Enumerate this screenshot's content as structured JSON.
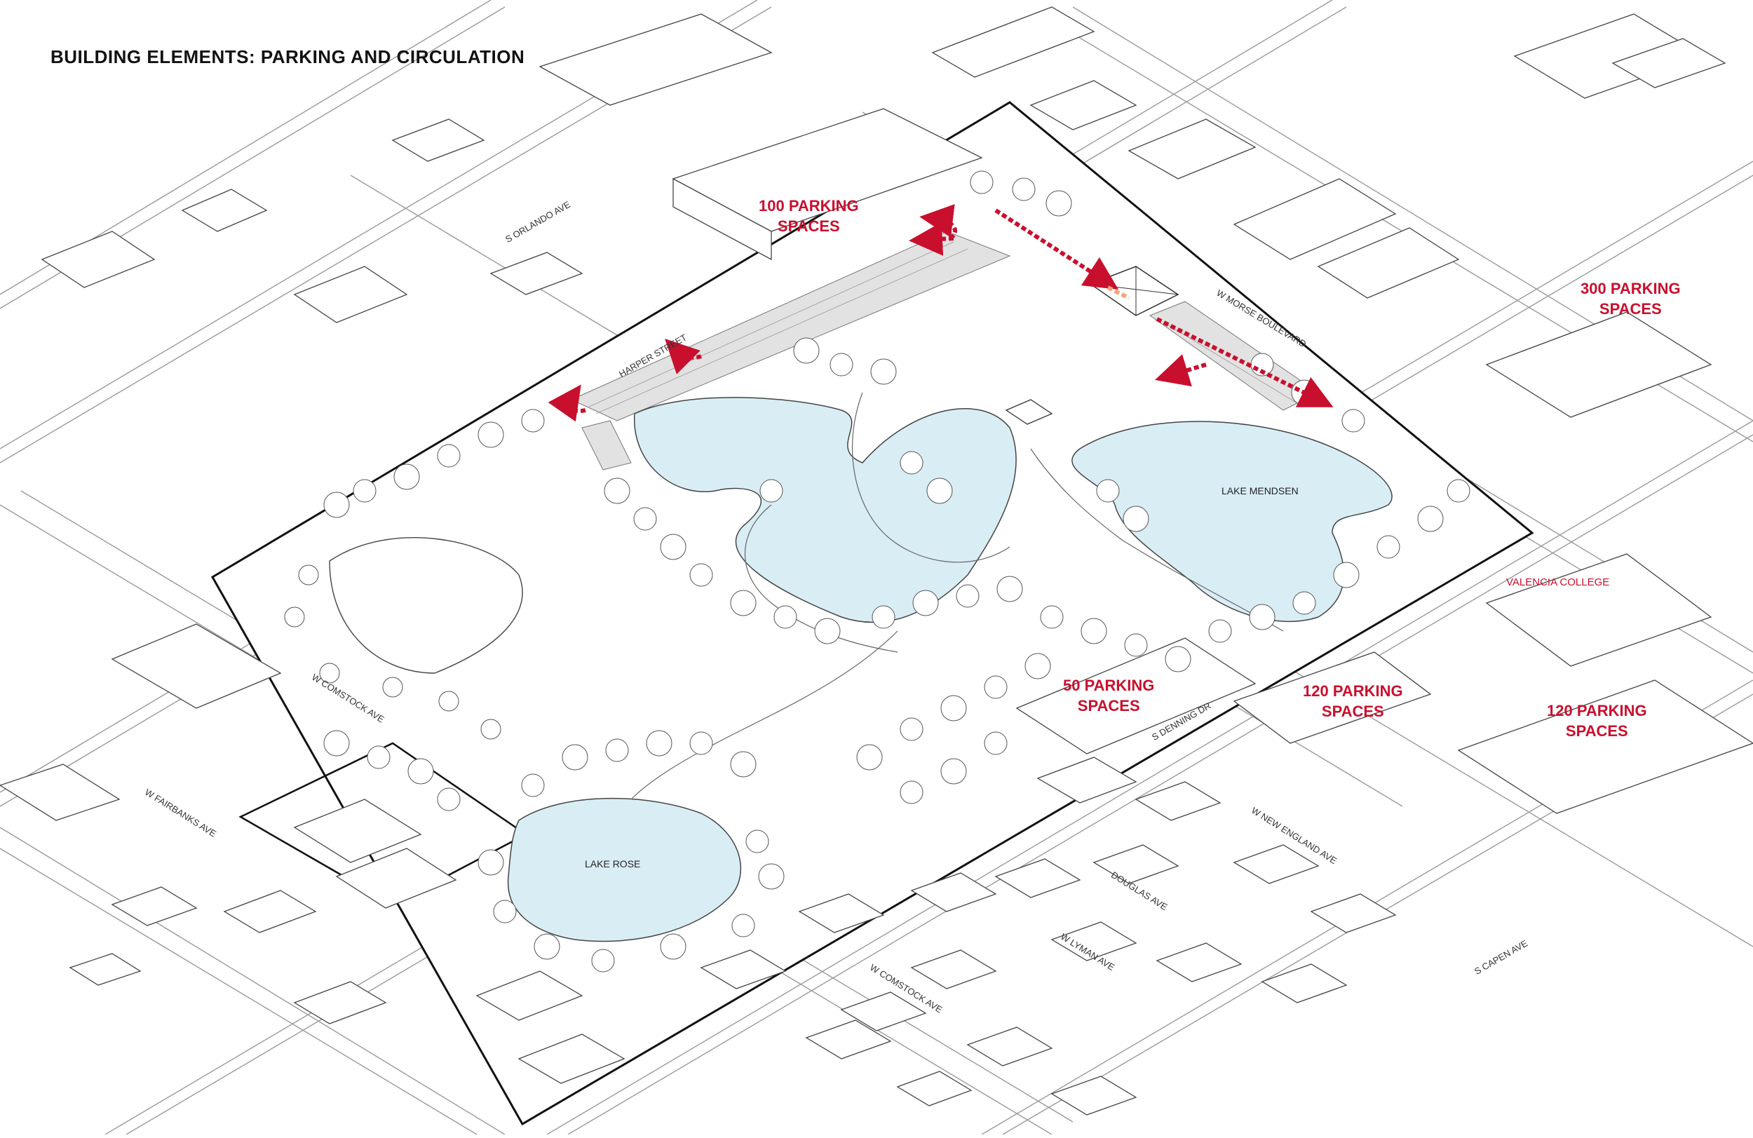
{
  "title": "BUILDING ELEMENTS: PARKING AND CIRCULATION",
  "colors": {
    "accent": "#c8102e",
    "water": "#d9edf5",
    "pavement": "#e2e2e2",
    "line": "#555555"
  },
  "parking": [
    {
      "id": "p100",
      "line1": "100 PARKING",
      "line2": "SPACES"
    },
    {
      "id": "p300",
      "line1": "300 PARKING",
      "line2": "SPACES"
    },
    {
      "id": "p50",
      "line1": "50 PARKING",
      "line2": "SPACES"
    },
    {
      "id": "p120a",
      "line1": "120 PARKING",
      "line2": "SPACES"
    },
    {
      "id": "p120b",
      "line1": "120 PARKING",
      "line2": "SPACES"
    }
  ],
  "lakes": {
    "mendsen": "LAKE MENDSEN",
    "rose": "LAKE ROSE"
  },
  "streets": {
    "orlando": "S ORLANDO AVE",
    "harper": "HARPER STREET",
    "morse": "W MORSE BOULEVARD",
    "comstock": "W COMSTOCK AVE",
    "comstock2": "W COMSTOCK AVE",
    "fairbanks": "W FAIRBANKS AVE",
    "denning": "S DENNING DR",
    "new_england": "W NEW ENGLAND AVE",
    "douglas": "DOUGLAS AVE",
    "lyman": "W LYMAN AVE",
    "capen": "S CAPEN AVE"
  },
  "college": "VALENCIA COLLEGE"
}
